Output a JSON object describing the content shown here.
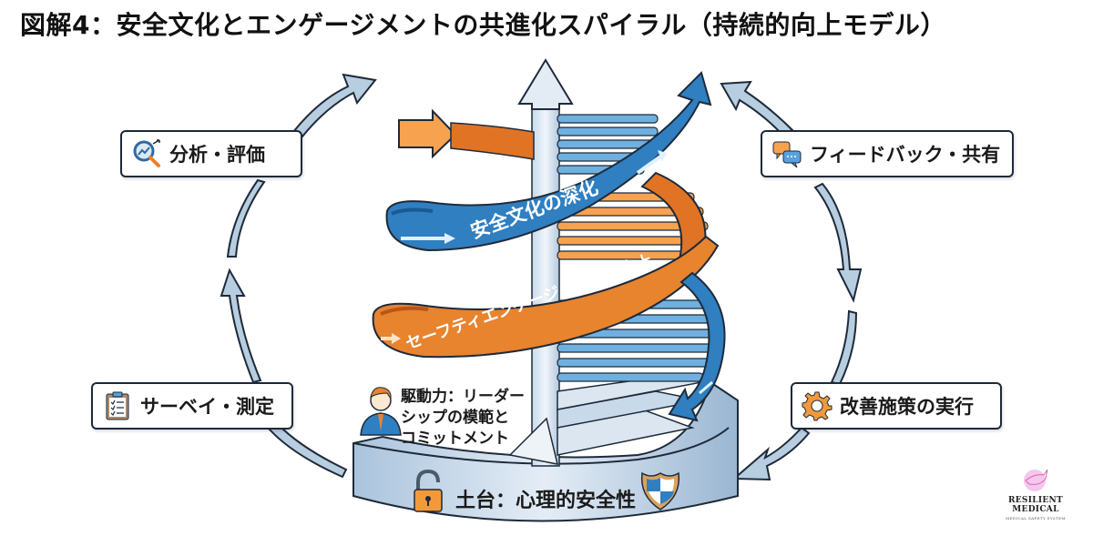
{
  "title": "図解4：安全文化とエンゲージメントの共進化スパイラル（持続的向上モデル）",
  "cycle_steps": [
    {
      "id": "analysis",
      "label": "分析・評価",
      "icon": "magnifier-chart-icon"
    },
    {
      "id": "feedback",
      "label": "フィードバック・共有",
      "icon": "speech-bubbles-icon"
    },
    {
      "id": "implement",
      "label": "改善施策の実行",
      "icon": "gear-icon"
    },
    {
      "id": "survey",
      "label": "サーベイ・測定",
      "icon": "clipboard-checklist-icon"
    }
  ],
  "spiral": {
    "blue_band_label": "安全文化の深化",
    "orange_band_label": "セーフティエンゲージメントの向上"
  },
  "driver": {
    "lines": [
      "駆動力：リーダー",
      "シップの模範と",
      "コミットメント"
    ],
    "icon": "leader-person-icon"
  },
  "foundation": {
    "label": "土台：心理的安全性",
    "left_icon": "unlocked-padlock-icon",
    "right_icon": "shield-icon"
  },
  "logo": {
    "name": "RESILIENT MEDICAL",
    "tagline": "MEDICAL SAFETY SYSTEM"
  },
  "colors": {
    "blue": "#2f7fc1",
    "blue_light": "#6fb0e0",
    "orange": "#e8832e",
    "orange_light": "#f6a24f",
    "cycle_arrow": "#b7cde0",
    "outline": "#1e2a3a",
    "pillar": "#dce7f2"
  }
}
